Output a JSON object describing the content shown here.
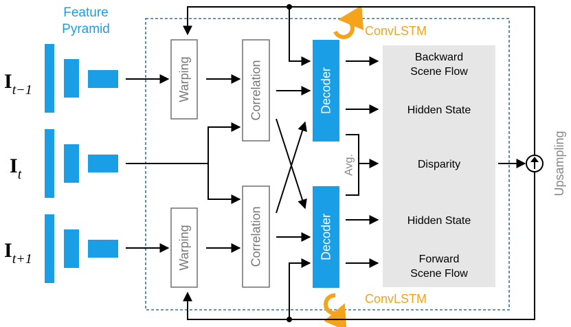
{
  "pyramid": {
    "title_line1": "Feature",
    "title_line2": "Pyramid",
    "color": "#1a9ee6"
  },
  "inputs": [
    {
      "base": "I",
      "sub": "t−1"
    },
    {
      "base": "I",
      "sub": "t"
    },
    {
      "base": "I",
      "sub": "t+1"
    }
  ],
  "blocks": {
    "warping": "Warping",
    "correlation": "Correlation",
    "decoder": "Decoder",
    "avg": "Avg.",
    "convlstm": "ConvLSTM",
    "upsampling": "Upsampling"
  },
  "outputs": {
    "backward_line1": "Backward",
    "backward_line2": "Scene Flow",
    "hidden_state": "Hidden State",
    "disparity": "Disparity",
    "forward_line1": "Forward",
    "forward_line2": "Scene Flow"
  },
  "colors": {
    "accent_blue": "#1a9ee6",
    "convlstm_orange": "#f5a31a",
    "dashed_border": "#3a6f8f",
    "box_border": "#777777",
    "output_panel": "#e6e6e6",
    "muted_text": "#888888"
  }
}
